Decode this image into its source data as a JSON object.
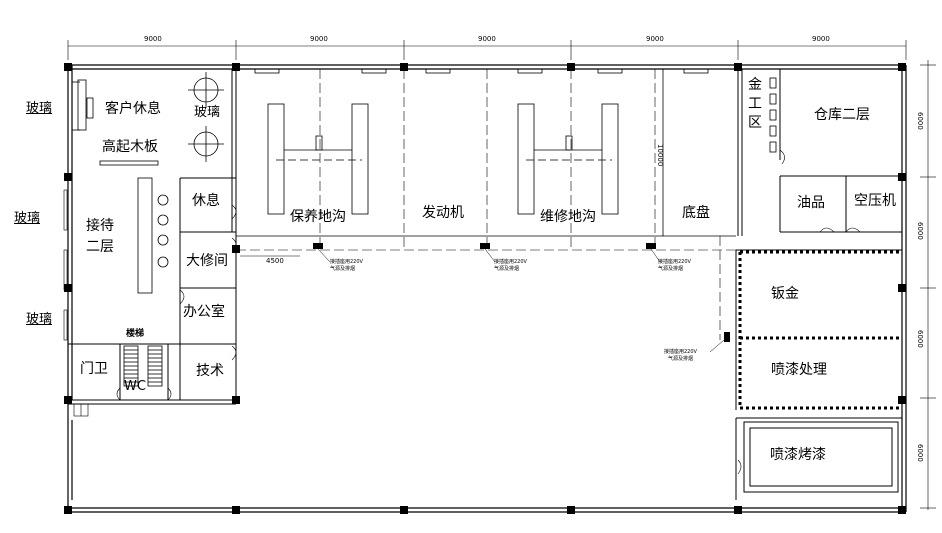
{
  "dimensions": {
    "top": [
      "9000",
      "9000",
      "9000",
      "9000",
      "9000"
    ],
    "right": [
      "6000",
      "6000",
      "6000",
      "6000"
    ],
    "inner_span": "4500",
    "inner_vertical": "10000"
  },
  "rooms": {
    "customer_lounge": "客户休息",
    "high_board": "高起木板",
    "reception": "接待",
    "reception_floor2": "二层",
    "rest": "休息",
    "overhaul": "大修间",
    "office": "办公室",
    "tech": "技术",
    "stairs": "楼梯",
    "guard": "门卫",
    "wc": "WC",
    "maint_pit": "保养地沟",
    "engine": "发动机",
    "repair_pit": "维修地沟",
    "chassis": "底盘",
    "metal_area_1": "金",
    "metal_area_2": "工",
    "metal_area_3": "区",
    "warehouse": "仓库二层",
    "oil": "油品",
    "air_comp": "空压机",
    "sheet_metal": "钣金",
    "spray_treat": "喷漆处理",
    "spray_bake": "喷漆烤漆"
  },
  "glass_labels": [
    "玻璃",
    "玻璃",
    "玻璃",
    "玻璃"
  ],
  "equipment_notes": {
    "line1": "接插座用220V",
    "line2": "气源及排烟"
  }
}
